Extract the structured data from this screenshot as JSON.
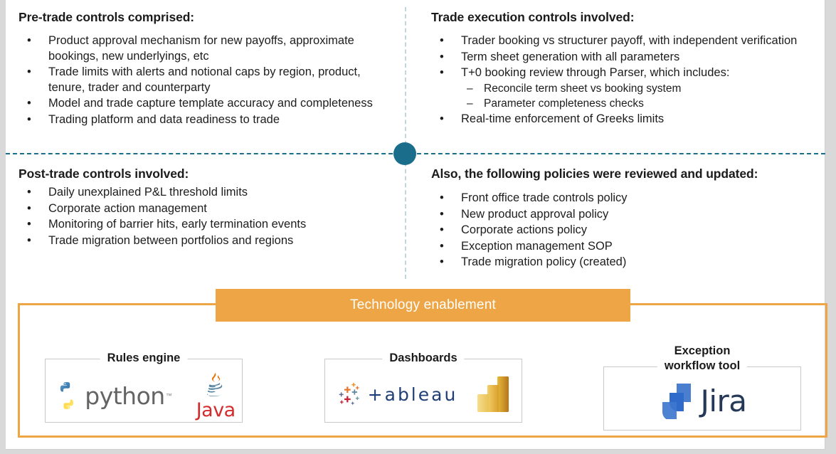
{
  "colors": {
    "teal": "#1a6e8c",
    "orange": "#eda546",
    "divider_light": "#c3d6de",
    "text": "#1d1d1d",
    "background": "#ffffff"
  },
  "quadrants": {
    "pre_trade": {
      "heading": "Pre-trade controls comprised:",
      "bullets": [
        "Product approval mechanism for new payoffs, approximate bookings, new underlyings, etc",
        "Trade limits with alerts and notional caps by region, product, tenure, trader and counterparty",
        "Model and trade capture template accuracy and completeness",
        "Trading platform and data readiness to trade"
      ]
    },
    "trade_execution": {
      "heading": "Trade execution controls involved:",
      "bullets": [
        "Trader booking vs structurer payoff, with independent verification",
        "Term sheet generation with all parameters",
        "T+0 booking review through Parser, which includes:",
        "Real-time enforcement of Greeks limits"
      ],
      "sub_bullets": [
        "Reconcile term sheet vs booking system",
        "Parameter completeness checks"
      ]
    },
    "post_trade": {
      "heading": "Post-trade controls involved:",
      "bullets": [
        "Daily unexplained P&L threshold limits",
        "Corporate action management",
        "Monitoring of barrier hits, early termination events",
        "Trade migration between portfolios and regions"
      ]
    },
    "policies": {
      "heading": "Also, the following policies were reviewed and updated:",
      "bullets": [
        "Front office trade controls policy",
        "New product approval policy",
        "Corporate actions policy",
        "Exception management SOP",
        "Trade migration policy (created)"
      ]
    }
  },
  "technology": {
    "banner_label": "Technology enablement",
    "boxes": [
      {
        "title": "Rules engine",
        "title_line1": "Rules engine",
        "title_line2": "",
        "logos": [
          {
            "name": "python-logo",
            "wordmark": "python",
            "tm": "™"
          },
          {
            "name": "java-logo",
            "wordmark": "Java",
            "tm": "™"
          }
        ]
      },
      {
        "title": "Dashboards",
        "title_line1": "Dashboards",
        "title_line2": "",
        "logos": [
          {
            "name": "tableau-logo",
            "wordmark": "+ableau",
            "tm": ""
          },
          {
            "name": "power-bi-logo",
            "wordmark": "",
            "tm": ""
          }
        ]
      },
      {
        "title": "Exception workflow tool",
        "title_line1": "Exception",
        "title_line2": "workflow tool",
        "logos": [
          {
            "name": "jira-logo",
            "wordmark": "Jira",
            "tm": ""
          }
        ]
      }
    ]
  },
  "bullet_glyph": "•",
  "dash_glyph": "–"
}
